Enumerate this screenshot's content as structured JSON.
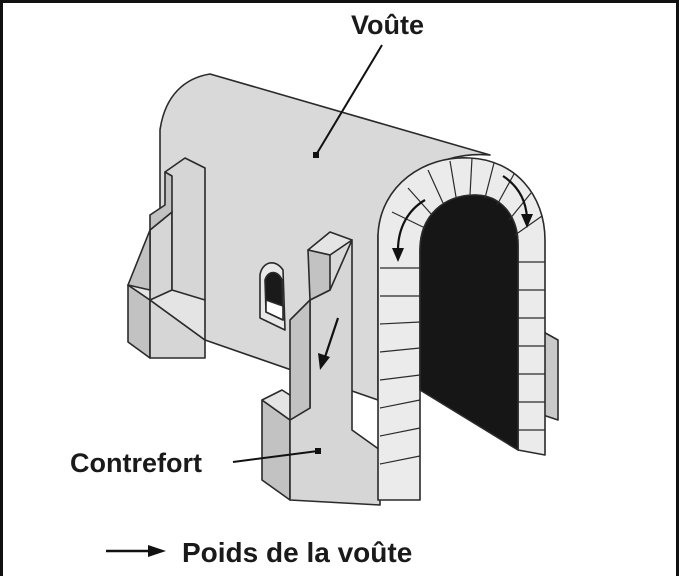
{
  "labels": {
    "vault": "Voûte",
    "buttress": "Contrefort",
    "legend": "Poids de la voûte"
  },
  "colors": {
    "stone_light": "#d6d6d6",
    "stone_side": "#c2c2c2",
    "stone_top": "#e4e4e4",
    "arch_stones": "#ebebeb",
    "opening": "#161616",
    "outline": "#2a2a2a"
  }
}
